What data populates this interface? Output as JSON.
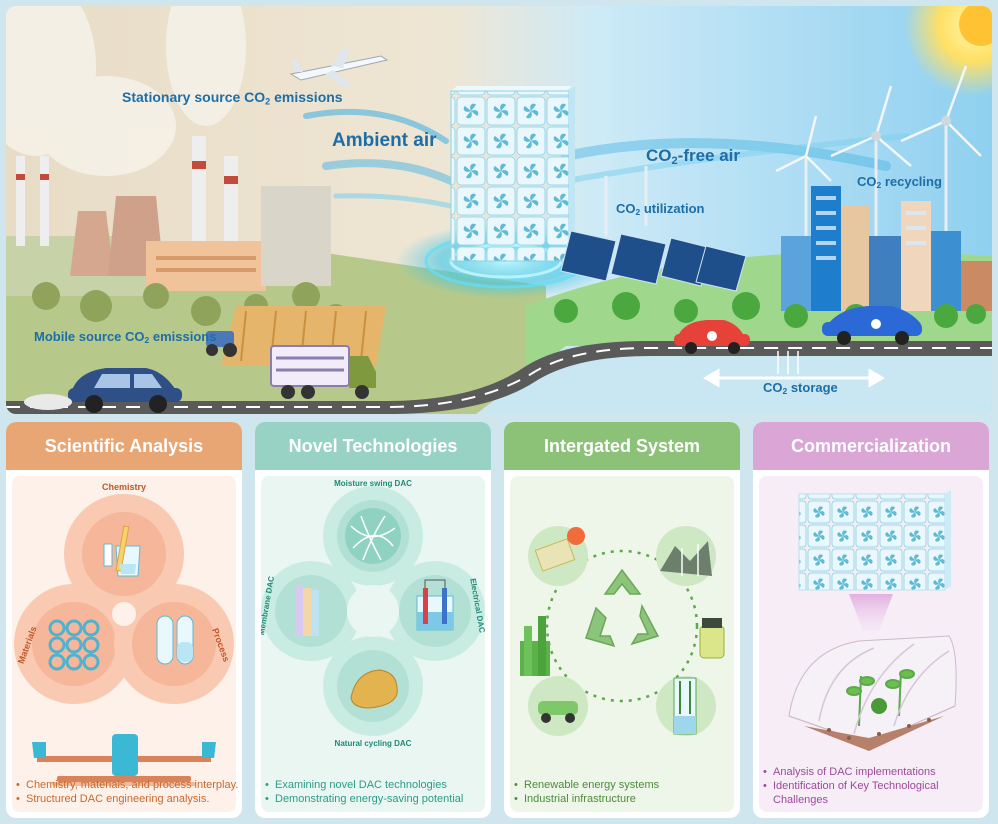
{
  "scene": {
    "labels": {
      "stationary": {
        "pre": "Stationary source CO",
        "sub": "2",
        "post": " emissions"
      },
      "ambient": {
        "pre": "Ambient air",
        "sub": "",
        "post": ""
      },
      "co2free": {
        "pre": "CO",
        "sub": "2",
        "post": "-free air"
      },
      "utilization": {
        "pre": "CO",
        "sub": "2",
        "post": " utilization"
      },
      "recycling": {
        "pre": "CO",
        "sub": "2",
        "post": " recycling"
      },
      "mobile": {
        "pre": "Mobile source CO",
        "sub": "2",
        "post": " emissions"
      },
      "storage": {
        "pre": "CO",
        "sub": "2",
        "post": " storage"
      }
    }
  },
  "panels": [
    {
      "title": "Scientific Analysis",
      "header_color": "#e9a675",
      "body_color": "#fdf1ea",
      "bullet_color": "#c86a2e",
      "bullets": [
        "Chemistry, materials, and process interplay.",
        "Structured DAC engineering analysis."
      ],
      "diagram": {
        "top": "Chemistry",
        "left": "Materials",
        "right": "Process"
      }
    },
    {
      "title": "Novel Technologies",
      "header_color": "#97d2c4",
      "body_color": "#e9f6f2",
      "bullet_color": "#2c9c86",
      "bullets": [
        "Examining novel DAC technologies",
        "Demonstrating energy-saving potential"
      ],
      "diagram": {
        "top": "Moisture swing DAC",
        "left": "Membrane DAC",
        "right": "Electrical DAC",
        "bottom": "Natural cycling DAC"
      }
    },
    {
      "title": "Intergated System",
      "header_color": "#8cc277",
      "body_color": "#eef6e9",
      "bullet_color": "#4c8c3a",
      "bullets": [
        "Renewable energy systems",
        "Industrial infrastructure"
      ]
    },
    {
      "title": "Commercialization",
      "header_color": "#d9a6d6",
      "body_color": "#f7edf7",
      "bullet_color": "#9c4a9a",
      "bullets": [
        "Analysis of DAC implementations",
        "Identification of Key Technological Challenges"
      ]
    }
  ]
}
